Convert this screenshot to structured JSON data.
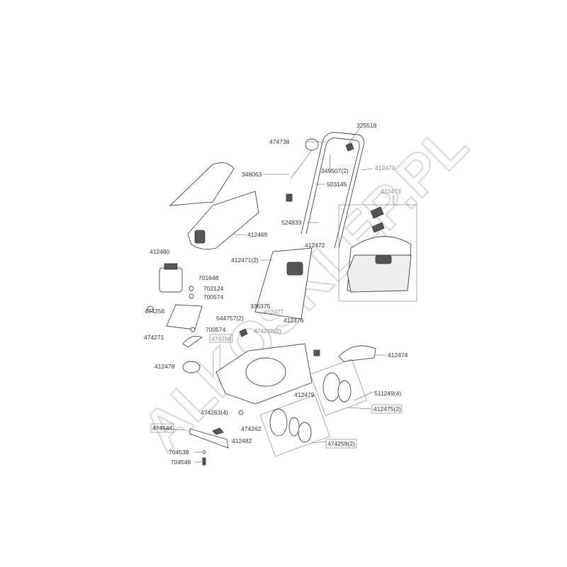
{
  "diagram": {
    "watermark": "ALKOSKLEP.PL",
    "part_labels": [
      "325518",
      "474738",
      "348063",
      "349507(2)",
      "412470",
      "503145",
      "412473",
      "524833",
      "412469",
      "412480",
      "412472",
      "412471(2)",
      "701648",
      "702124",
      "700574",
      "474256",
      "336375",
      "412477",
      "412476",
      "544757(2)",
      "474268(2)",
      "474271",
      "700574",
      "474256",
      "412474",
      "412478",
      "412479",
      "511249(4)",
      "474263(4)",
      "412475(2)",
      "474544",
      "474262",
      "412482",
      "474259(2)",
      "704538",
      "704546"
    ]
  }
}
